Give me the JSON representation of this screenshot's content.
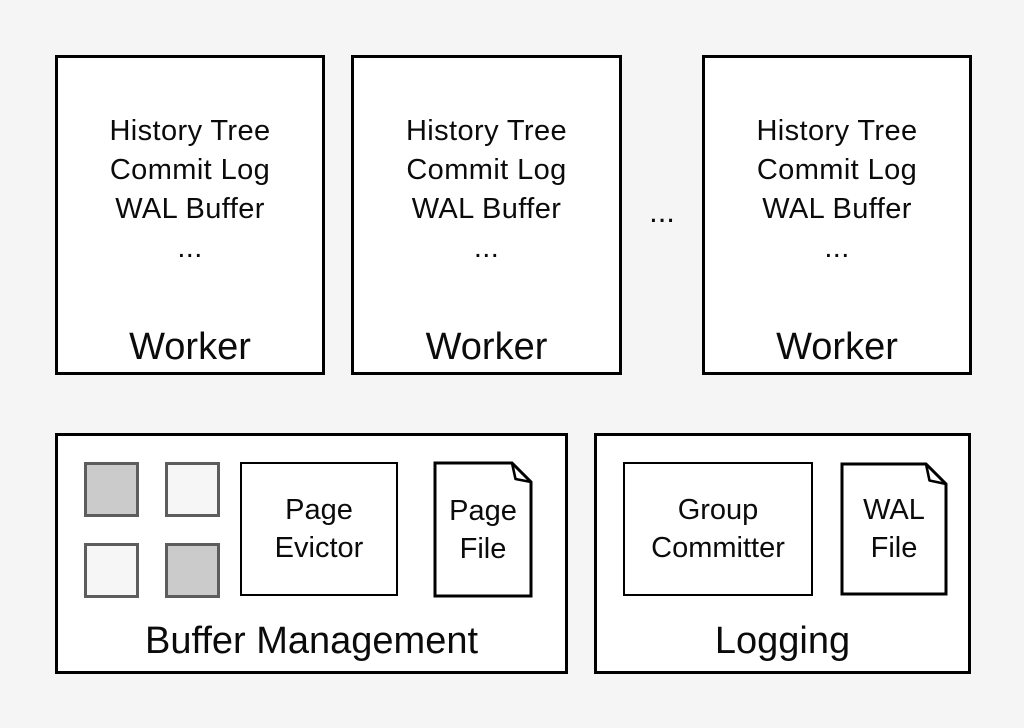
{
  "workers": {
    "separator_ellipsis": "...",
    "items": [
      {
        "content_lines": [
          "History Tree",
          "Commit Log",
          "WAL Buffer",
          "..."
        ],
        "label": "Worker"
      },
      {
        "content_lines": [
          "History Tree",
          "Commit Log",
          "WAL Buffer",
          "..."
        ],
        "label": "Worker"
      },
      {
        "content_lines": [
          "History Tree",
          "Commit Log",
          "WAL Buffer",
          "..."
        ],
        "label": "Worker"
      }
    ]
  },
  "buffer_management": {
    "label": "Buffer Management",
    "page_evictor_lines": [
      "Page",
      "Evictor"
    ],
    "page_file_lines": [
      "Page",
      "File"
    ],
    "page_grid": {
      "squares": [
        "filled",
        "empty",
        "empty",
        "filled"
      ],
      "filled_color": "#cbcbcb",
      "empty_color": "#f6f6f6",
      "border_color": "#5d5d5d"
    }
  },
  "logging": {
    "label": "Logging",
    "group_committer_lines": [
      "Group",
      "Committer"
    ],
    "wal_file_lines": [
      "WAL",
      "File"
    ]
  },
  "colors": {
    "background": "#f5f5f6",
    "box_fill": "#ffffff",
    "box_border": "#000000"
  }
}
